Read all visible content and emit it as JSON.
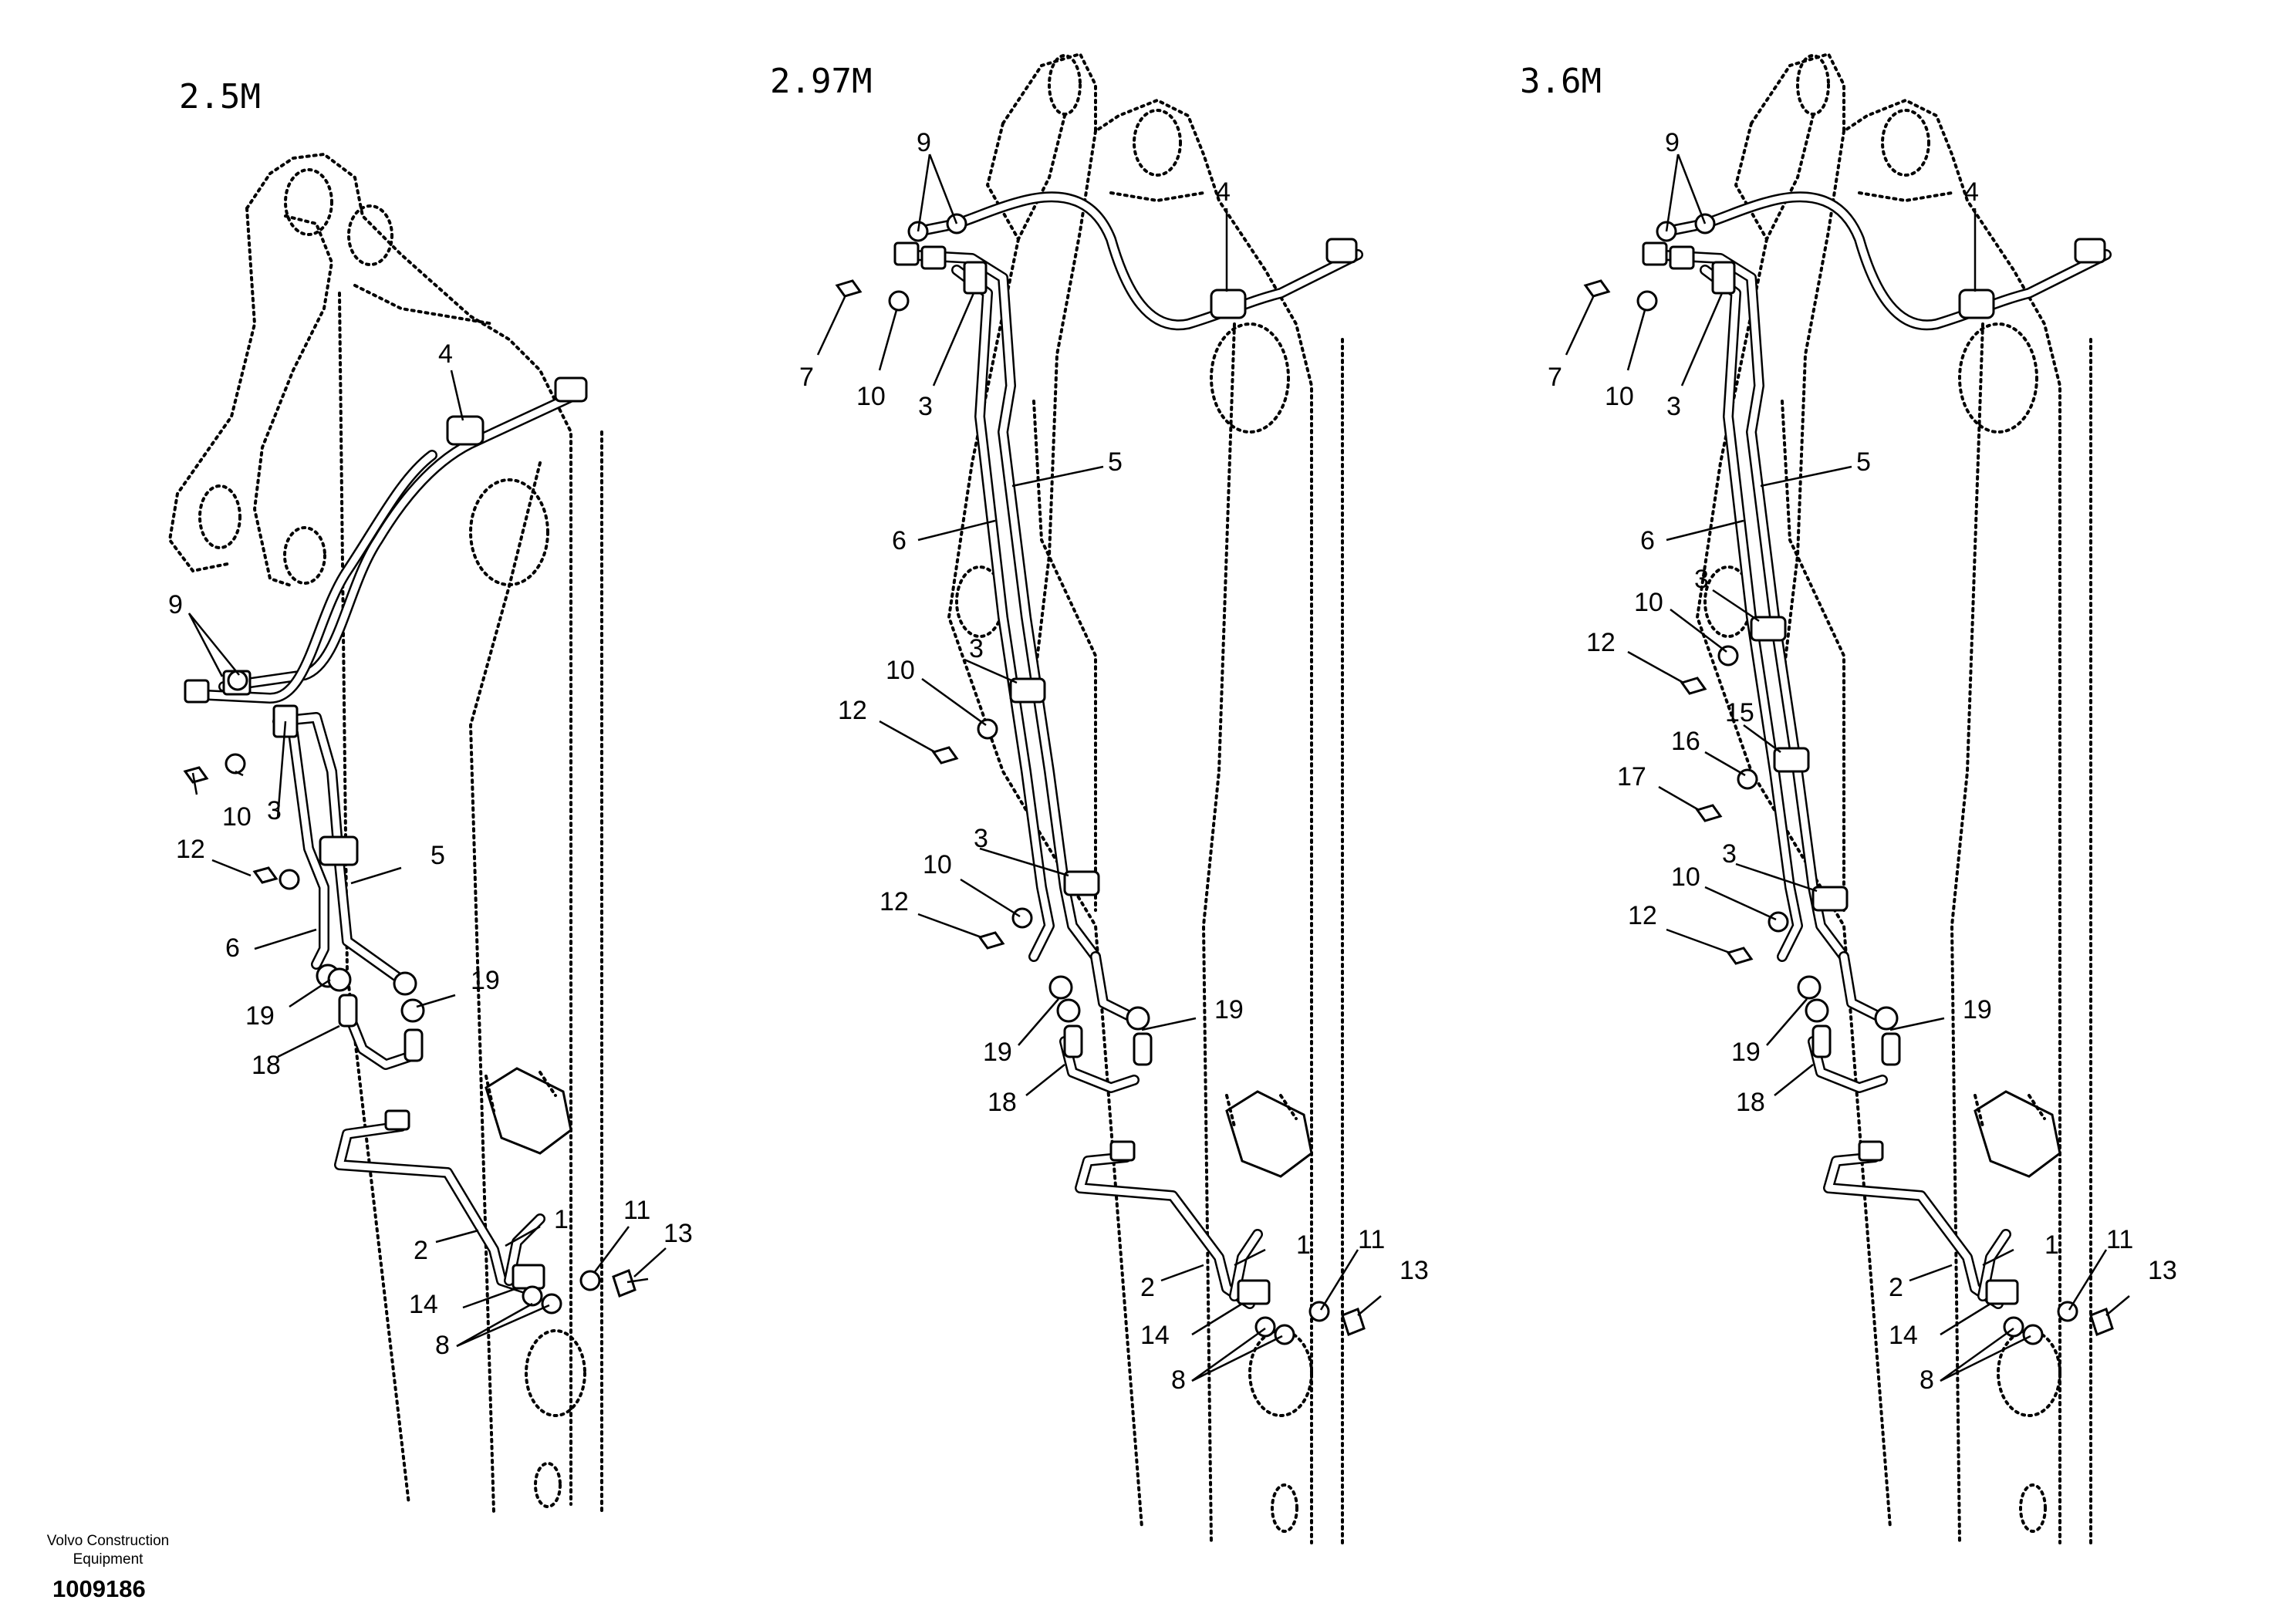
{
  "panels": [
    {
      "title": "2.5M",
      "labels": [
        {
          "id": "p1-4",
          "text": "4"
        },
        {
          "id": "p1-9",
          "text": "9"
        },
        {
          "id": "p1-10a",
          "text": "10"
        },
        {
          "id": "p1-3",
          "text": "3"
        },
        {
          "id": "p1-12",
          "text": "12"
        },
        {
          "id": "p1-5",
          "text": "5"
        },
        {
          "id": "p1-6",
          "text": "6"
        },
        {
          "id": "p1-19a",
          "text": "19"
        },
        {
          "id": "p1-19b",
          "text": "19"
        },
        {
          "id": "p1-18",
          "text": "18"
        },
        {
          "id": "p1-1",
          "text": "1"
        },
        {
          "id": "p1-11",
          "text": "11"
        },
        {
          "id": "p1-13",
          "text": "13"
        },
        {
          "id": "p1-2",
          "text": "2"
        },
        {
          "id": "p1-14",
          "text": "14"
        },
        {
          "id": "p1-8",
          "text": "8"
        }
      ]
    },
    {
      "title": "2.97M",
      "labels": [
        {
          "id": "p2-9",
          "text": "9"
        },
        {
          "id": "p2-4",
          "text": "4"
        },
        {
          "id": "p2-7",
          "text": "7"
        },
        {
          "id": "p2-10a",
          "text": "10"
        },
        {
          "id": "p2-3a",
          "text": "3"
        },
        {
          "id": "p2-5",
          "text": "5"
        },
        {
          "id": "p2-6",
          "text": "6"
        },
        {
          "id": "p2-3b",
          "text": "3"
        },
        {
          "id": "p2-10b",
          "text": "10"
        },
        {
          "id": "p2-12a",
          "text": "12"
        },
        {
          "id": "p2-3c",
          "text": "3"
        },
        {
          "id": "p2-10c",
          "text": "10"
        },
        {
          "id": "p2-12b",
          "text": "12"
        },
        {
          "id": "p2-19a",
          "text": "19"
        },
        {
          "id": "p2-19b",
          "text": "19"
        },
        {
          "id": "p2-18",
          "text": "18"
        },
        {
          "id": "p2-1",
          "text": "1"
        },
        {
          "id": "p2-11",
          "text": "11"
        },
        {
          "id": "p2-13",
          "text": "13"
        },
        {
          "id": "p2-2",
          "text": "2"
        },
        {
          "id": "p2-14",
          "text": "14"
        },
        {
          "id": "p2-8",
          "text": "8"
        }
      ]
    },
    {
      "title": "3.6M",
      "labels": [
        {
          "id": "p3-9",
          "text": "9"
        },
        {
          "id": "p3-4",
          "text": "4"
        },
        {
          "id": "p3-7",
          "text": "7"
        },
        {
          "id": "p3-10a",
          "text": "10"
        },
        {
          "id": "p3-3a",
          "text": "3"
        },
        {
          "id": "p3-5",
          "text": "5"
        },
        {
          "id": "p3-6",
          "text": "6"
        },
        {
          "id": "p3-3b",
          "text": "3"
        },
        {
          "id": "p3-10b",
          "text": "10"
        },
        {
          "id": "p3-12a",
          "text": "12"
        },
        {
          "id": "p3-15",
          "text": "15"
        },
        {
          "id": "p3-16",
          "text": "16"
        },
        {
          "id": "p3-17",
          "text": "17"
        },
        {
          "id": "p3-3c",
          "text": "3"
        },
        {
          "id": "p3-10c",
          "text": "10"
        },
        {
          "id": "p3-12b",
          "text": "12"
        },
        {
          "id": "p3-19a",
          "text": "19"
        },
        {
          "id": "p3-19b",
          "text": "19"
        },
        {
          "id": "p3-18",
          "text": "18"
        },
        {
          "id": "p3-1",
          "text": "1"
        },
        {
          "id": "p3-11",
          "text": "11"
        },
        {
          "id": "p3-13",
          "text": "13"
        },
        {
          "id": "p3-2",
          "text": "2"
        },
        {
          "id": "p3-14",
          "text": "14"
        },
        {
          "id": "p3-8",
          "text": "8"
        }
      ]
    }
  ],
  "footer": {
    "brand_line1": "Volvo Construction",
    "brand_line2": "Equipment",
    "drawing_number": "1009186"
  }
}
